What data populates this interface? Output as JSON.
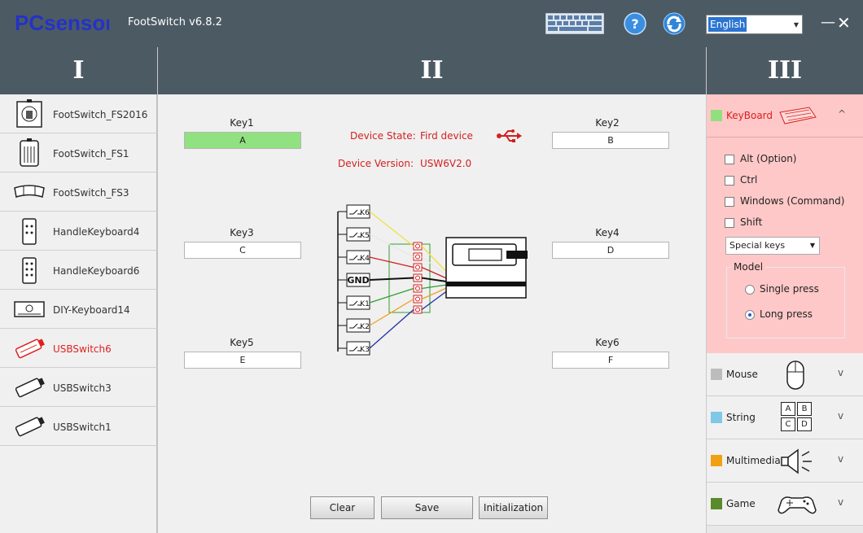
{
  "app": {
    "logo_text": "PCsensor",
    "title": "FootSwitch v6.8.2",
    "language": "English"
  },
  "columns": {
    "left": "I",
    "center": "II",
    "right": "III"
  },
  "devices": [
    {
      "label": "FootSwitch_FS2016",
      "icon": "footswitch-fs2016-icon"
    },
    {
      "label": "FootSwitch_FS1",
      "icon": "footswitch-fs1-icon"
    },
    {
      "label": "FootSwitch_FS3",
      "icon": "footswitch-fs3-icon"
    },
    {
      "label": "HandleKeyboard4",
      "icon": "handle-keyboard4-icon"
    },
    {
      "label": "HandleKeyboard6",
      "icon": "handle-keyboard6-icon"
    },
    {
      "label": "DIY-Keyboard14",
      "icon": "diy-keyboard14-icon"
    },
    {
      "label": "USBSwitch6",
      "icon": "usbswitch6-icon",
      "active": true
    },
    {
      "label": "USBSwitch3",
      "icon": "usbswitch3-icon"
    },
    {
      "label": "USBSwitch1",
      "icon": "usbswitch1-icon"
    }
  ],
  "keys": [
    {
      "label": "Key1",
      "value": "A",
      "selected": true
    },
    {
      "label": "Key2",
      "value": "B"
    },
    {
      "label": "Key3",
      "value": "C"
    },
    {
      "label": "Key4",
      "value": "D"
    },
    {
      "label": "Key5",
      "value": "E"
    },
    {
      "label": "Key6",
      "value": "F"
    }
  ],
  "device_info": {
    "state_label": "Device State:",
    "state_value": "Fird device",
    "version_label": "Device Version:",
    "version_value": "USW6V2.0"
  },
  "diagram": {
    "pins": [
      "K6",
      "K5",
      "K4",
      "GND",
      "K1",
      "K2",
      "K3"
    ],
    "wire_colors": [
      "#f0e040",
      "#e8e8e8",
      "#d02020",
      "#111111",
      "#2fa02f",
      "#f0a020",
      "#2030a0"
    ]
  },
  "buttons": {
    "clear": "Clear",
    "save": "Save",
    "init": "Initialization"
  },
  "categories": {
    "keyboard": {
      "label": "KeyBoard",
      "color": "#90e080",
      "expanded": true
    },
    "mouse": {
      "label": "Mouse",
      "color": "#bcbcbc"
    },
    "string": {
      "label": "String",
      "color": "#80c8e8"
    },
    "multimedia": {
      "label": "Multimedia",
      "color": "#f0a010"
    },
    "game": {
      "label": "Game",
      "color": "#5a8a2a"
    }
  },
  "string_keys": [
    "A",
    "B",
    "C",
    "D"
  ],
  "modifiers": [
    {
      "label": "Alt (Option)",
      "checked": false
    },
    {
      "label": "Ctrl",
      "checked": false
    },
    {
      "label": "Windows (Command)",
      "checked": false
    },
    {
      "label": "Shift",
      "checked": false
    }
  ],
  "special_keys": "Special keys",
  "model": {
    "title": "Model",
    "single": "Single press",
    "long": "Long press",
    "selected": "long"
  },
  "chevrons": {
    "up": "^",
    "down": "v"
  }
}
